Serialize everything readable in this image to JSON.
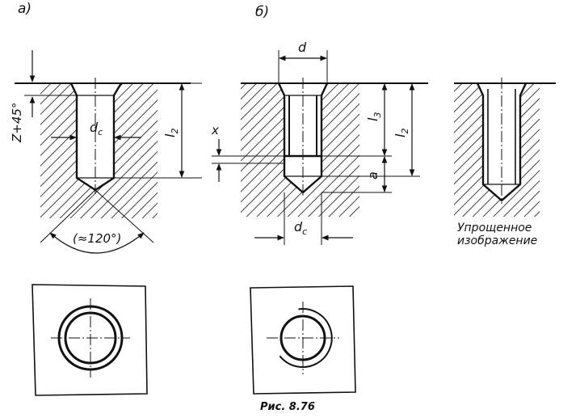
{
  "figure": {
    "panel_a_label": "а)",
    "panel_b_label": "б)",
    "caption": "Рис. 8.76"
  },
  "panel_a": {
    "chamfer": "Z+45°",
    "dc": "d",
    "dc_sub": "c",
    "l2": "l",
    "l2_sub": "2",
    "angle": "(≈120°)"
  },
  "panel_b": {
    "d": "d",
    "x": "x",
    "l3": "l",
    "l3_sub": "3",
    "l2": "l",
    "l2_sub": "2",
    "a": "a",
    "dc": "d",
    "dc_sub": "c"
  },
  "simplified": {
    "line1": "Упрощенное",
    "line2": "изображение"
  },
  "colors": {
    "ink": "#111111",
    "paper": "#ffffff"
  }
}
